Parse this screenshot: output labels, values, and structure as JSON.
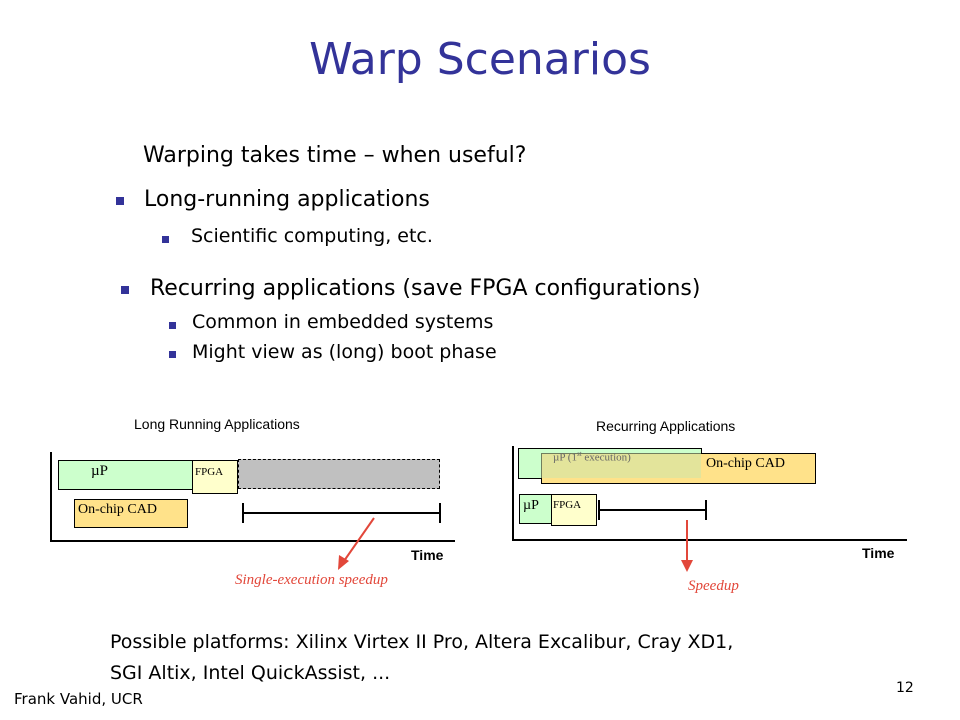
{
  "slide": {
    "title": "Warp Scenarios",
    "intro": "Warping takes time – when useful?",
    "bullets": [
      {
        "text": "Long-running applications",
        "subs": [
          "Scientific computing, etc."
        ]
      },
      {
        "text": "Recurring applications (save FPGA configurations)",
        "subs": [
          "Common in embedded systems",
          "Might view as (long) boot phase"
        ]
      }
    ],
    "platforms_line1": "Possible platforms: Xilinx Virtex II Pro, Altera Excalibur, Cray XD1,",
    "platforms_line2": "SGI Altix, Intel QuickAssist, ...",
    "author": "Frank Vahid, UCR",
    "page_number": "12"
  },
  "diagram_left": {
    "title": "Long Running Applications",
    "up_label": "µP",
    "fpga_label": "FPGA",
    "cad_label": "On-chip CAD",
    "time_label": "Time",
    "speedup_label": "Single-execution speedup"
  },
  "diagram_right": {
    "title": "Recurring Applications",
    "up_first_label": "µP (1",
    "up_first_sup": "st",
    "up_first_tail": " execution)",
    "cad_label": "On-chip CAD",
    "up_label": "µP",
    "fpga_label": "FPGA",
    "time_label": "Time",
    "speedup_label": "Speedup"
  },
  "colors": {
    "title": "#333399",
    "bullet": "#333399",
    "up_box": "#ccffcc",
    "fpga_box": "#ffffcc",
    "cad_box": "#ffe28a",
    "gray_box": "#c0c0c0",
    "arrow": "#e2473a"
  }
}
